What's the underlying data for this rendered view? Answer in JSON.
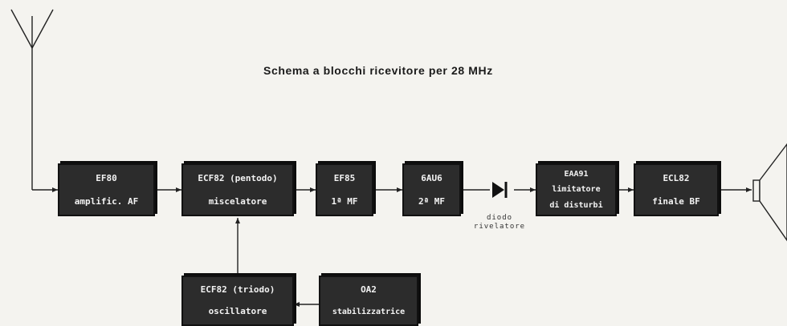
{
  "title": "Schema a blocchi ricevitore per 28 MHz",
  "blocks": {
    "ef80": {
      "line1": "EF80",
      "line2": "amplific. AF"
    },
    "ecf82_pentode": {
      "line1": "ECF82 (pentodo)",
      "line2": "miscelatore"
    },
    "ef85": {
      "line1": "EF85",
      "line2": "1ª MF"
    },
    "au6": {
      "line1": "6AU6",
      "line2": "2ª MF"
    },
    "eaa91": {
      "line1": "EAA91",
      "line2": "limitatore",
      "line3": "di disturbi"
    },
    "ecl82": {
      "line1": "ECL82",
      "line2": "finale BF"
    },
    "ecf82_triode": {
      "line1": "ECF82 (triodo)",
      "line2": "oscillatore"
    },
    "oa2": {
      "line1": "OA2",
      "line2": "stabilizzatrice"
    }
  },
  "diode": {
    "line1": "diodo",
    "line2": "rivelatore"
  },
  "colors": {
    "block_fill": "#2c2c2c",
    "line": "#222222",
    "background": "#f4f3ef"
  },
  "icons": [
    "antenna-icon",
    "diode-icon",
    "speaker-icon"
  ]
}
